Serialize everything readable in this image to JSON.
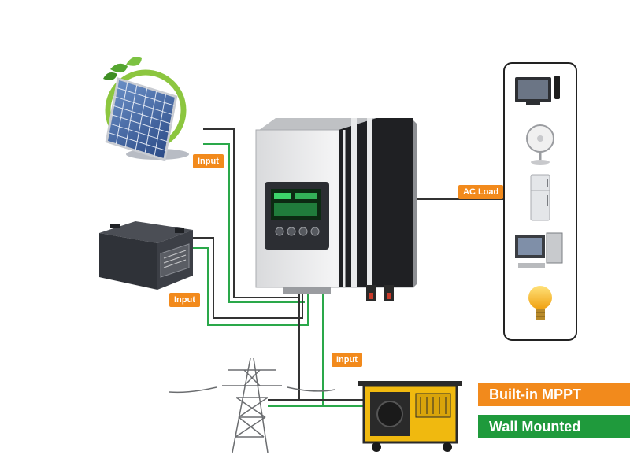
{
  "labels": {
    "solar_input": "Input",
    "battery_input": "Input",
    "grid_input": "Input",
    "ac_load": "AC Load"
  },
  "features": {
    "mppt": "Built-in MPPT",
    "wall_mounted": "Wall Mounted"
  },
  "colors": {
    "tag": "#f28a1c",
    "mppt": "#f28a1c",
    "wall_mounted": "#1f9a3c",
    "wire_green": "#2aa84a",
    "wire_dark": "#333333"
  }
}
